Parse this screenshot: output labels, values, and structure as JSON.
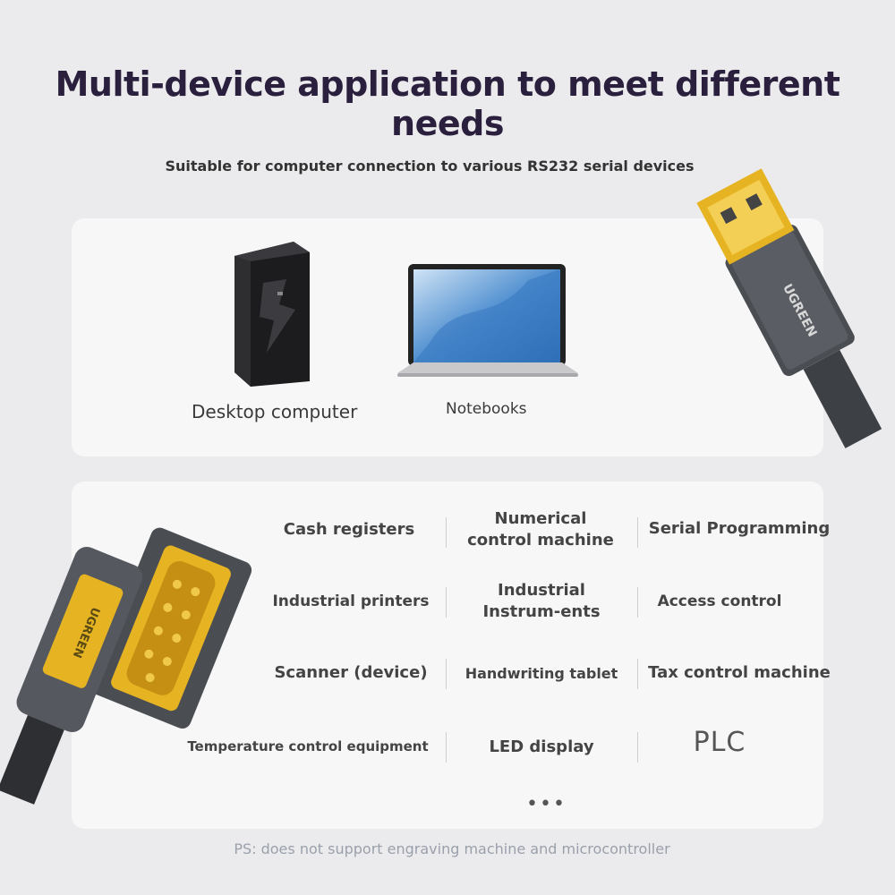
{
  "header": {
    "title": "Multi-device application to meet different needs",
    "subtitle": "Suitable for computer connection to various RS232 serial devices"
  },
  "devices": [
    {
      "label": "Desktop computer",
      "icon": "desktop-tower-icon"
    },
    {
      "label": "Notebooks",
      "icon": "laptop-icon"
    }
  ],
  "applications": [
    [
      "Cash registers",
      "Numerical control machine",
      "Serial Programming"
    ],
    [
      "Industrial printers",
      "Industrial Instrum-ents",
      "Access control"
    ],
    [
      "Scanner (device)",
      "Handwriting tablet",
      "Tax control machine"
    ],
    [
      "Temperature control equipment",
      "LED display",
      "PLC"
    ]
  ],
  "more_indicator": "•••",
  "footnote": "PS: does not support engraving machine and microcontroller",
  "product": {
    "usb_brand": "UGREEN",
    "db9_brand": "UGREEN"
  },
  "colors": {
    "background": "#ebebed",
    "title": "#2a1f3d",
    "connector_gold": "#e6b422",
    "connector_body": "#4a4d52",
    "footnote": "#9aa0ab"
  }
}
